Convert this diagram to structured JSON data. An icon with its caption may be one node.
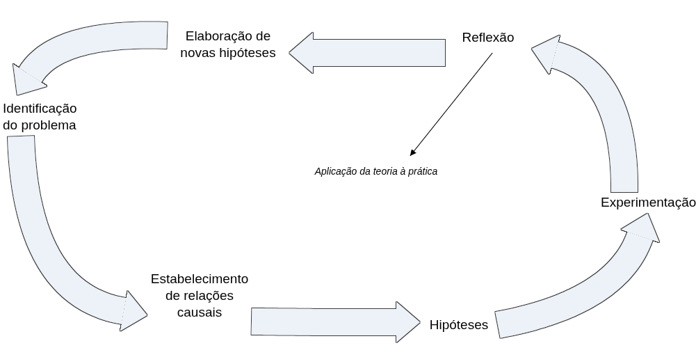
{
  "diagram": {
    "nodes": [
      {
        "text": [
          "Elaboração de novas hipóteses"
        ]
      },
      {
        "text": [
          "Reflexão"
        ]
      },
      {
        "text": [
          "Identificação do problema"
        ]
      },
      {
        "text": [
          "Aplicação da teoria à prática"
        ]
      },
      {
        "text": [
          "Estabelecimento de relações causais"
        ]
      },
      {
        "text": [
          "Hipóteses"
        ]
      },
      {
        "text": [
          "Experimentação"
        ]
      }
    ],
    "edges": [
      {
        "from": 1,
        "to": 0,
        "arrow": "to"
      },
      {
        "from": 0,
        "to": 2,
        "arrow": "to"
      },
      {
        "from": 2,
        "to": 4,
        "arrow": "to"
      },
      {
        "from": 4,
        "to": 5,
        "arrow": "to"
      },
      {
        "from": 5,
        "to": 6,
        "arrow": "to"
      },
      {
        "from": 6,
        "to": 1,
        "arrow": "to"
      },
      {
        "from": 1,
        "to": 3,
        "arrow": "to",
        "color": "#000000"
      }
    ]
  }
}
